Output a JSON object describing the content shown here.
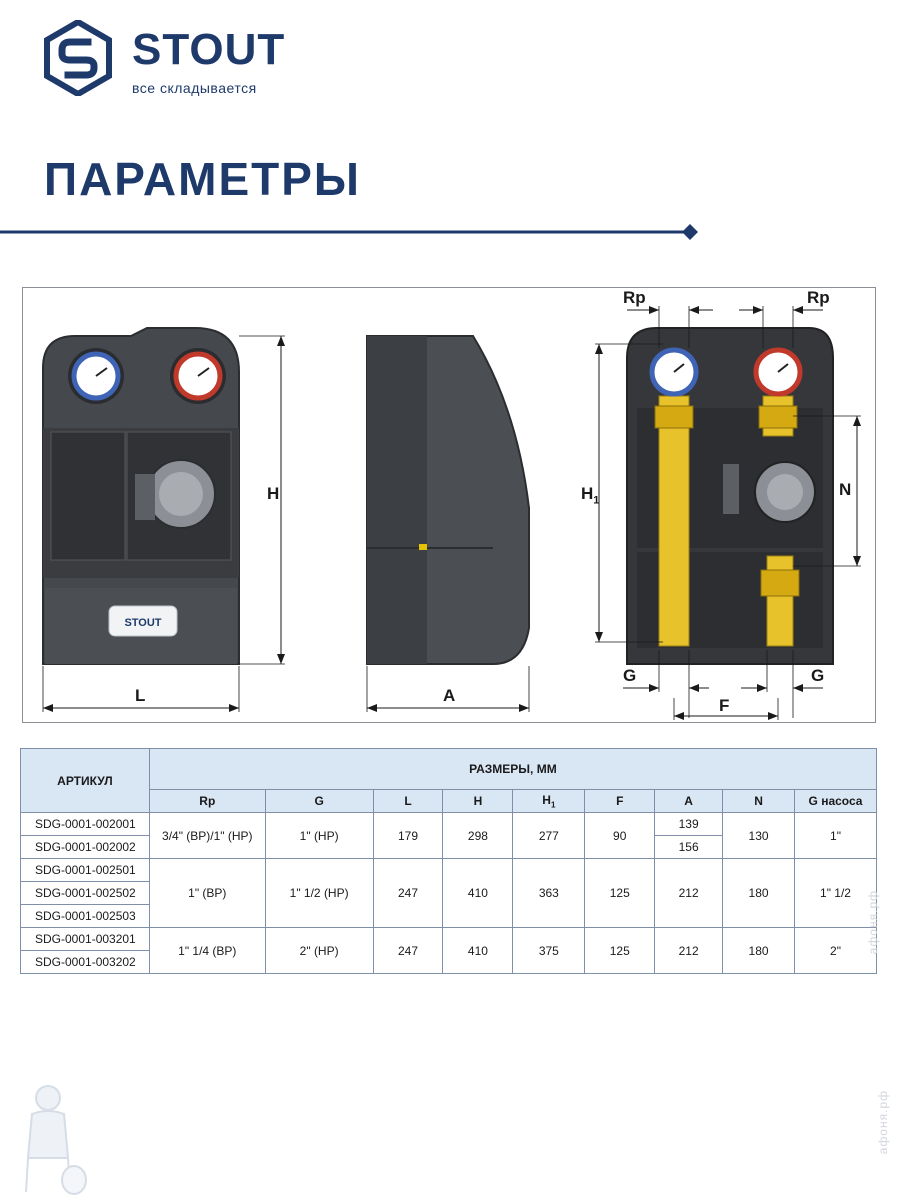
{
  "brand": {
    "name": "STOUT",
    "tagline": "все складывается",
    "primary_color": "#1e3a6b"
  },
  "heading": "ПАРАМЕТРЫ",
  "drawing": {
    "labels": {
      "rp_left": "Rp",
      "rp_right": "Rp",
      "h": "H",
      "h1": "H",
      "h1_sub": "1",
      "l": "L",
      "a": "A",
      "n": "N",
      "g_left": "G",
      "g_right": "G",
      "f": "F"
    },
    "front_badge": "STOUT"
  },
  "table": {
    "col_article": "АРТИКУЛ",
    "group_header": "РАЗМЕРЫ, ММ",
    "sub_headers": [
      "Rp",
      "G",
      "L",
      "H",
      "H1",
      "F",
      "A",
      "N",
      "G насоса"
    ],
    "h1_base": "H",
    "h1_sub": "1",
    "articles": [
      "SDG-0001-002001",
      "SDG-0001-002002",
      "SDG-0001-002501",
      "SDG-0001-002502",
      "SDG-0001-002503",
      "SDG-0001-003201",
      "SDG-0001-003202"
    ],
    "group1": {
      "rp": "3/4\" (ВР)/1\" (НР)",
      "g": "1\" (НР)",
      "l": "179",
      "h": "298",
      "h1": "277",
      "f": "90",
      "a1": "139",
      "a2": "156",
      "n": "130",
      "gpump": "1\""
    },
    "group2": {
      "rp": "1\" (ВР)",
      "g": "1\" 1/2 (НР)",
      "l": "247",
      "h": "410",
      "h1": "363",
      "f": "125",
      "a": "212",
      "n": "180",
      "gpump": "1\" 1/2"
    },
    "group3": {
      "rp": "1\" 1/4 (ВР)",
      "g": "2\" (НР)",
      "l": "247",
      "h": "410",
      "h1": "375",
      "f": "125",
      "a": "212",
      "n": "180",
      "gpump": "2\""
    }
  },
  "watermark": "афоня.рф"
}
